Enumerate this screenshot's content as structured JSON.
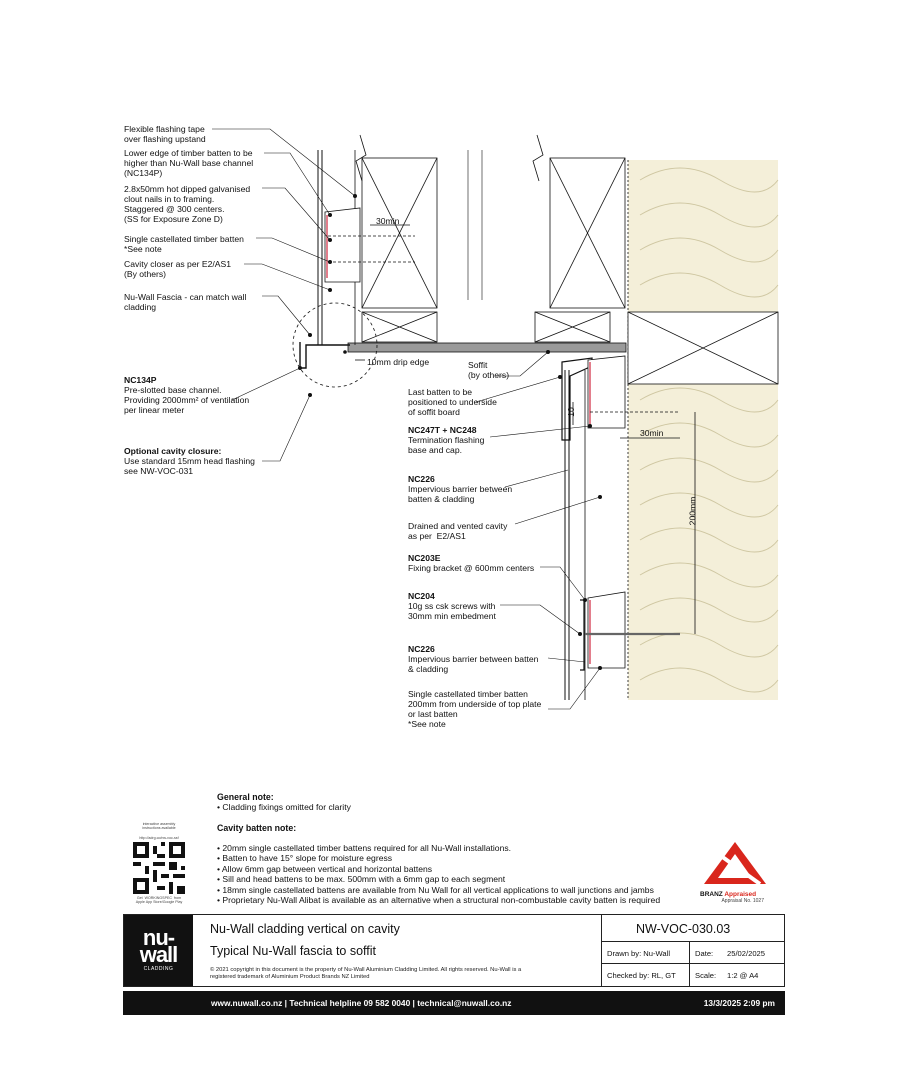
{
  "labels": {
    "flashing_tape": "Flexible flashing tape\nover flashing upstand",
    "lower_edge": "Lower edge of timber batten to be\nhigher than Nu-Wall base channel\n(NC134P)",
    "clout_nails": "2.8x50mm hot dipped galvanised\nclout nails in to framing.\nStaggered @ 300 centers.\n(SS for Exposure Zone D)",
    "single_batten": "Single castellated timber batten\n*See note",
    "cavity_closer": "Cavity closer as per E2/AS1\n(By others)",
    "fascia": "Nu-Wall Fascia - can match wall\ncladding",
    "nc134p_code": "NC134P",
    "nc134p_desc": "Pre-slotted base channel.\nProviding 2000mm² of ventilation\nper linear meter",
    "optional_head": "Optional cavity closure:",
    "optional_desc": "Use standard 15mm head flashing\nsee NW-VOC-031",
    "drip_edge": "10mm drip edge",
    "soffit": "Soffit\n(by others)",
    "last_batten": "Last batten to be\npositioned to underside\nof soffit board",
    "nc247t_code": "NC247T + NC248",
    "nc247t_desc": "Termination flashing\nbase and cap.",
    "nc226_code": "NC226",
    "nc226_desc": "Impervious barrier between\nbatten & cladding",
    "drained": "Drained and vented cavity\nas per  E2/AS1",
    "nc203e_code": "NC203E",
    "nc203e_desc": "Fixing bracket @ 600mm centers",
    "nc204_code": "NC204",
    "nc204_desc": "10g ss csk screws with\n30mm min embedment",
    "nc226b_code": "NC226",
    "nc226b_desc": "Impervious barrier between batten\n& cladding",
    "single_batten_b": "Single castellated timber batten\n200mm from underside of top plate\nor last batten\n*See note",
    "dim_30min_a": "30min",
    "dim_30min_b": "30min",
    "dim_10": "10",
    "dim_200mm": "200mm"
  },
  "notes": {
    "general_head": "General note:",
    "general_items": [
      "• Cladding fixings omitted for clarity"
    ],
    "cavity_head": "Cavity batten note:",
    "cavity_items": [
      "• 20mm single castellated timber battens required for all Nu-Wall installations.",
      "• Batten to have 15° slope for moisture egress",
      "• Allow 6mm gap between vertical and horizontal battens",
      "• Sill and head battens to be max. 500mm with a 6mm gap to each segment",
      "• 18mm single castellated battens are available from Nu Wall for all vertical applications to wall junctions and jambs",
      "• Proprietary Nu-Wall Alibat is available as an alternative when a structural non-combustable cavity batten is required"
    ]
  },
  "qr": {
    "caption_top": "interactive assembly\ninstructions available",
    "url": "http://adrg.co/nw-voc-ssf",
    "caption_bottom": "Get  WORKINGSPEC  from\nApple App Store/Google Play"
  },
  "branz": {
    "brand": "BRANZ",
    "appraised": "Appraised",
    "sub": "Appraisal No. 1027"
  },
  "title_block": {
    "logo_line1": "nu-",
    "logo_line2": "wall",
    "logo_line3": "CLADDING",
    "title": "Nu-Wall cladding vertical on cavity",
    "subtitle": "Typical Nu-Wall fascia to soffit",
    "drawing_no": "NW-VOC-030.03",
    "drawn_by": "Drawn by: Nu-Wall",
    "date_label": "Date:",
    "date_value": "25/02/2025",
    "checked_by": "Checked by: RL, GT",
    "scale_label": "Scale:",
    "scale_value": "1:2 @ A4",
    "copyright": "© 2021 copyright in this document is the property of Nu-Wall Aluminium Cladding Limited. All rights reserved. Nu-Wall is a\nregistered trademark of Aluminium Product Brands NZ Limited"
  },
  "footer": {
    "links": "www.nuwall.co.nz  |  Technical helpline 09 582 0040  |  technical@nuwall.co.nz",
    "stamp": "13/3/2025 2:09 pm"
  },
  "colors": {
    "insulation": "#f4efd9",
    "ink": "#111111",
    "barrier": "#d7475a",
    "branz_red": "#d9261c"
  }
}
